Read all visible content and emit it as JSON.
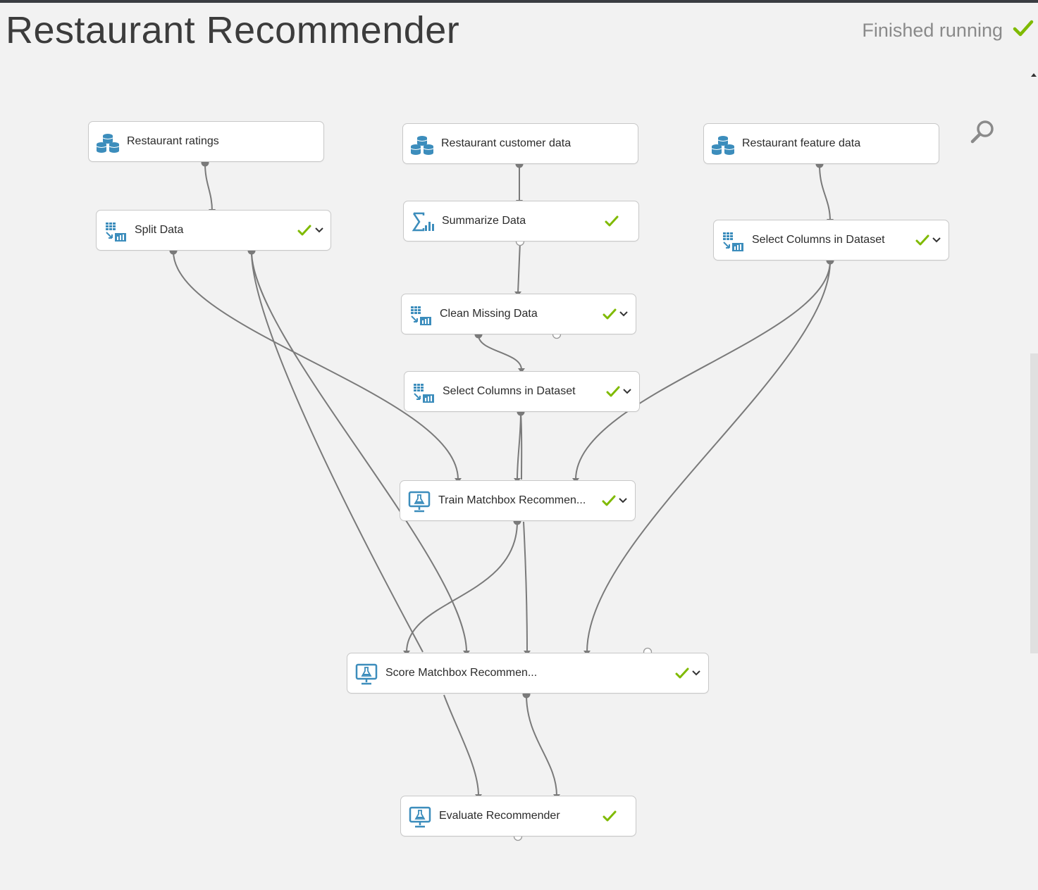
{
  "header": {
    "title": "Restaurant Recommender",
    "status_text": "Finished running",
    "status_color": "#7fba00"
  },
  "toolbar": {
    "zoom_icon": "magnifier-icon"
  },
  "modules": [
    {
      "id": "restaurant-ratings",
      "label": "Restaurant ratings",
      "icon": "dataset-icon",
      "status": "none",
      "has_menu": false
    },
    {
      "id": "restaurant-customer-data",
      "label": "Restaurant customer data",
      "icon": "dataset-icon",
      "status": "none",
      "has_menu": false
    },
    {
      "id": "restaurant-feature-data",
      "label": "Restaurant feature data",
      "icon": "dataset-icon",
      "status": "none",
      "has_menu": false
    },
    {
      "id": "split-data",
      "label": "Split Data",
      "icon": "transform-icon",
      "status": "finished",
      "has_menu": true
    },
    {
      "id": "summarize-data",
      "label": "Summarize Data",
      "icon": "sigma-icon",
      "status": "finished",
      "has_menu": false
    },
    {
      "id": "select-columns-right",
      "label": "Select Columns in Dataset",
      "icon": "transform-icon",
      "status": "finished",
      "has_menu": true
    },
    {
      "id": "clean-missing-data",
      "label": "Clean Missing Data",
      "icon": "transform-icon",
      "status": "finished",
      "has_menu": true
    },
    {
      "id": "select-columns-center",
      "label": "Select Columns in Dataset",
      "icon": "transform-icon",
      "status": "finished",
      "has_menu": true
    },
    {
      "id": "train-matchbox",
      "label": "Train Matchbox Recommen...",
      "icon": "model-icon",
      "status": "finished",
      "has_menu": true
    },
    {
      "id": "score-matchbox",
      "label": "Score Matchbox Recommen...",
      "icon": "model-icon",
      "status": "finished",
      "has_menu": true
    },
    {
      "id": "evaluate-recommender",
      "label": "Evaluate Recommender",
      "icon": "model-icon",
      "status": "finished",
      "has_menu": false
    }
  ],
  "colors": {
    "check": "#7fba00",
    "icon_blue": "#3c8dbc",
    "wire": "#7a7a7a",
    "node_border": "#c8c8c8",
    "canvas": "#f2f2f2"
  }
}
